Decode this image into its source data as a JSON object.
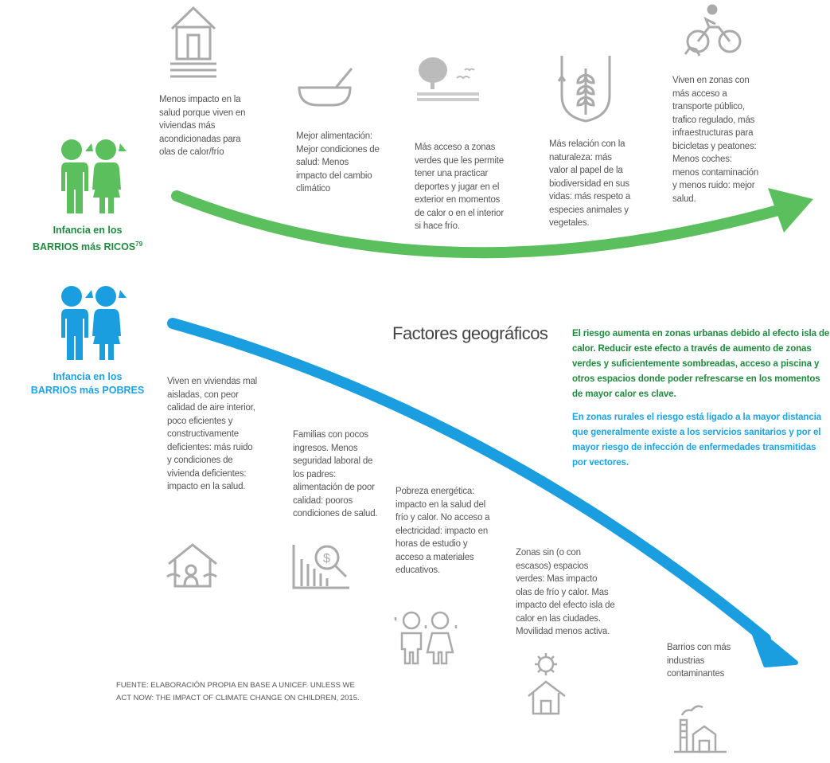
{
  "title": "Factores geográficos",
  "groups": {
    "rich": {
      "label_line1": "Infancia en los",
      "label_line2": "BARRIOS más RICOS",
      "footnote": "79",
      "color": "#5bbf5e"
    },
    "poor": {
      "label_line1": "Infancia en los",
      "label_line2": "BARRIOS más POBRES",
      "color": "#1a9ee0"
    }
  },
  "rich_items": [
    {
      "icon": "house-icon",
      "text": "Menos impacto en la salud porque viven en viviendas más acondicionadas para olas de calor/frío"
    },
    {
      "icon": "bowl-icon",
      "text": "Mejor alimentación: Mejor condiciones de salud: Menos impacto del cambio climático"
    },
    {
      "icon": "tree-icon",
      "text": "Más acceso a zonas verdes que les permite tener una practicar deportes y jugar en el exterior en momentos de calor o en el interior si hace frío."
    },
    {
      "icon": "wheat-shield-icon",
      "text": "Más relación con la naturaleza: más valor al papel de la biodiversidad en sus vidas: más respeto a especies animales y vegetales."
    },
    {
      "icon": "bicycle-icon",
      "text": "Viven en zonas con más acceso a transporte público, trafico regulado, más infraestructuras para bicicletas y peatones: Menos coches: menos contaminación y menos ruido: mejor salud."
    }
  ],
  "poor_items": [
    {
      "icon": "flooded-house-icon",
      "text": "Viven en viviendas mal aisladas, con peor calidad de aire interior, poco eficientes y constructivamente deficientes: más ruido y condiciones de vivienda deficientes: impacto en la salud."
    },
    {
      "icon": "money-chart-icon",
      "text": "Familias con pocos ingresos. Menos seguridad laboral de los padres: alimentación de poor calidad: pooros condiciones de salud."
    },
    {
      "icon": "sweating-children-icon",
      "text": "Pobreza energética: impacto en la salud del frío y calor. No acceso a electricidad: impacto en horas de estudio y acceso a materiales educativos."
    },
    {
      "icon": "sun-house-icon",
      "text": "Zonas sin (o con escasos) espacios verdes: Mas impacto olas de frío y calor. Mas impacto del efecto isla de calor en las ciudades. Movilidad menos activa."
    },
    {
      "icon": "factory-icon",
      "text": "Barrios con más industrias contaminantes"
    }
  ],
  "notes": {
    "urban": "El riesgo aumenta en zonas urbanas debido al efecto isla de calor. Reducir este efecto a través de aumento de zonas verdes y suficientemente sombreadas, acceso a piscina y otros espacios donde poder refrescarse en los momentos de mayor calor es clave.",
    "rural": "En zonas rurales el riesgo está ligado a la mayor distancia que generalmente existe a los servicios sanitarios y por el mayor riesgo de infección de enfermedades transmitidas por vectores.",
    "urban_color": "#1f8a3e",
    "rural_color": "#1aa3e8"
  },
  "source": "FUENTE: ELABORACIÓN PROPIA EN BASE A UNICEF. UNLESS WE ACT NOW: THE IMPACT OF CLIMATE CHANGE ON CHILDREN, 2015."
}
